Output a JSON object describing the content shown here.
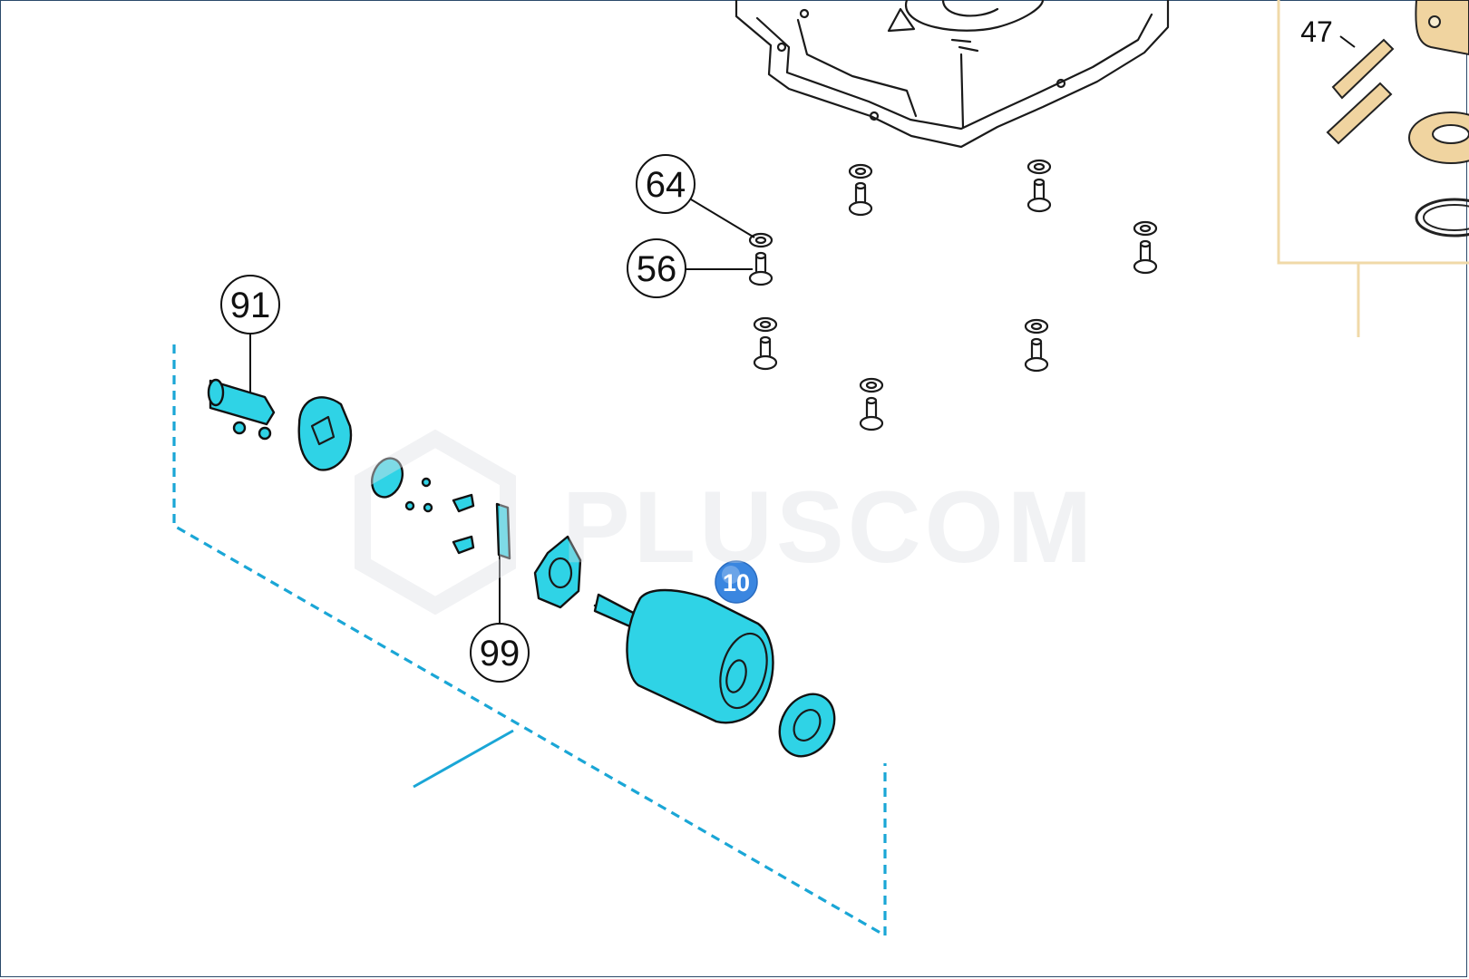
{
  "watermark": "PLUSCOM",
  "highlight_color": "#2fd3e6",
  "dash_color": "#1aa6d6",
  "panel_border_color": "#f0d9a8",
  "badge": {
    "label": "10",
    "color": "#3a86e0"
  },
  "callouts": [
    {
      "id": "64",
      "label": "64"
    },
    {
      "id": "56",
      "label": "56"
    },
    {
      "id": "91",
      "label": "91"
    },
    {
      "id": "99",
      "label": "99"
    }
  ],
  "inset_panel": {
    "label": "47"
  }
}
